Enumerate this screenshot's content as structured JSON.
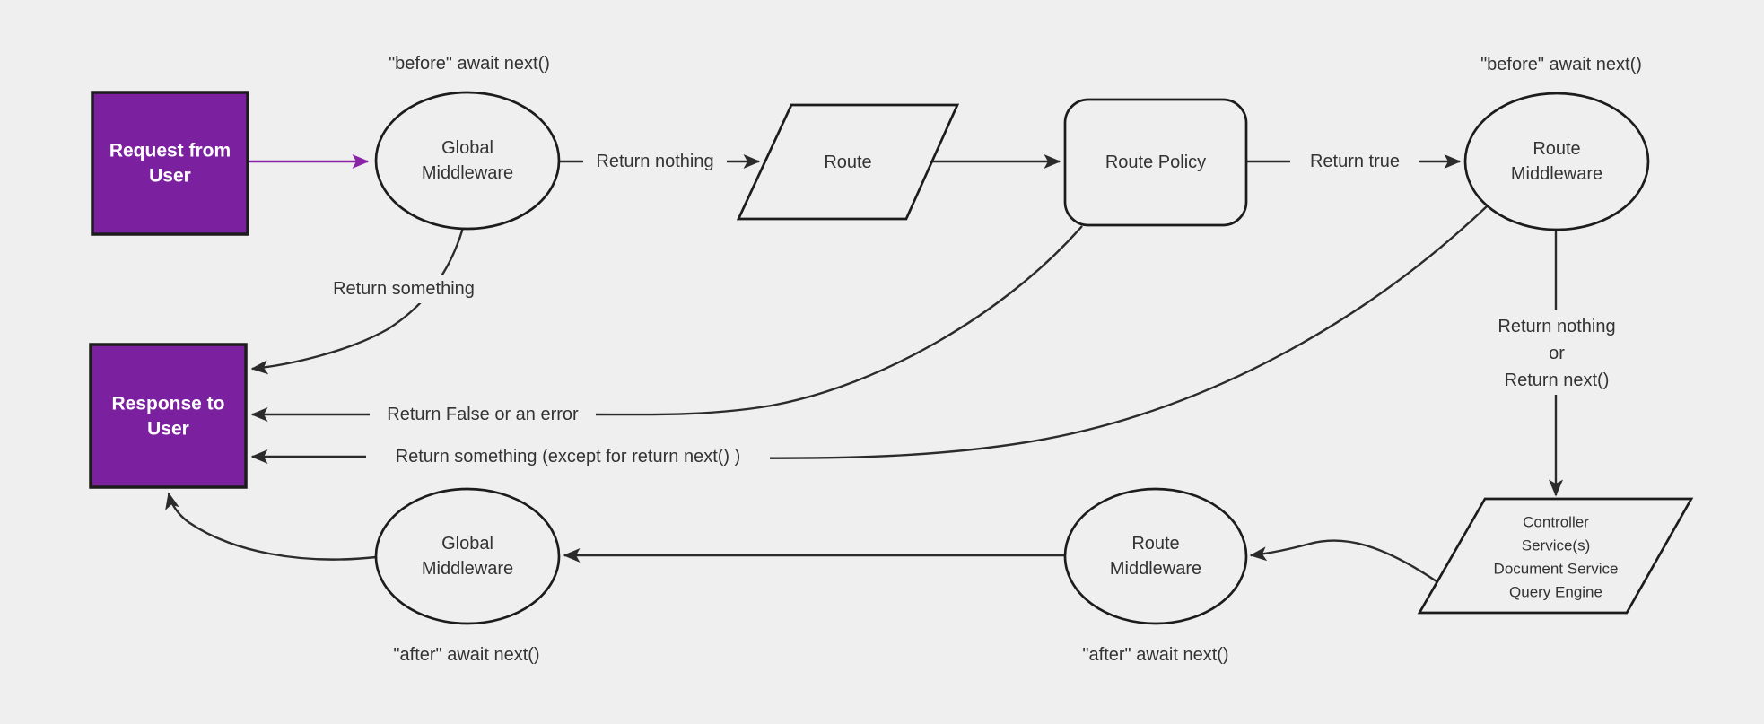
{
  "colors": {
    "background": "#efefef",
    "purple_fill": "#7b219f",
    "purple_arrow": "#8b23a8",
    "line": "#2b2b2b",
    "text": "#333333"
  },
  "nodes": {
    "request": {
      "line1": "Request from",
      "line2": "User"
    },
    "global_middleware_top": {
      "line1": "Global",
      "line2": "Middleware"
    },
    "route": {
      "label": "Route"
    },
    "route_policy": {
      "label": "Route Policy"
    },
    "route_middleware_top": {
      "line1": "Route",
      "line2": "Middleware"
    },
    "controller": {
      "line1": "Controller",
      "line2": "Service(s)",
      "line3": "Document Service",
      "line4": "Query Engine"
    },
    "route_middleware_bottom": {
      "line1": "Route",
      "line2": "Middleware"
    },
    "global_middleware_bottom": {
      "line1": "Global",
      "line2": "Middleware"
    },
    "response": {
      "line1": "Response to",
      "line2": "User"
    }
  },
  "annotations": {
    "before_global": "\"before\" await next()",
    "before_route": "\"before\" await next()",
    "after_global": "\"after\" await next()",
    "after_route": "\"after\" await next()"
  },
  "edge_labels": {
    "return_nothing": "Return nothing",
    "return_true": "Return true",
    "return_something": "Return something",
    "return_false_or_error": "Return False or an error",
    "return_something_except": "Return something (except for return next() )",
    "return_nothing_or": {
      "line1": "Return nothing",
      "line2": "or",
      "line3": "Return next()"
    }
  }
}
